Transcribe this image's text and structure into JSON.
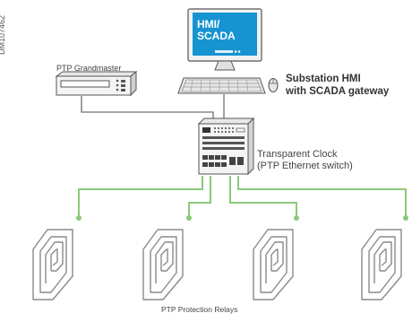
{
  "doc_id": "DM107462",
  "labels": {
    "grandmaster": "PTP Grandmaster",
    "hmi_line1": "Substation HMI",
    "hmi_line2": "with SCADA gateway",
    "tc_line1": "Transparent Clock",
    "tc_line2": "(PTP Ethernet switch)",
    "relays": "PTP Protection Relays",
    "screen_line1": "HMI/",
    "screen_line2": "SCADA"
  },
  "colors": {
    "wire_gray": "#6f6f6f",
    "wire_green": "#8cc97a",
    "screen_blue": "#1693d1",
    "device_outline": "#555555",
    "relay_outline": "#8a8a8a"
  },
  "icons": [
    "monitor-icon",
    "keyboard-icon",
    "mouse-icon",
    "grandmaster-device-icon",
    "switch-icon",
    "relay-icon"
  ]
}
